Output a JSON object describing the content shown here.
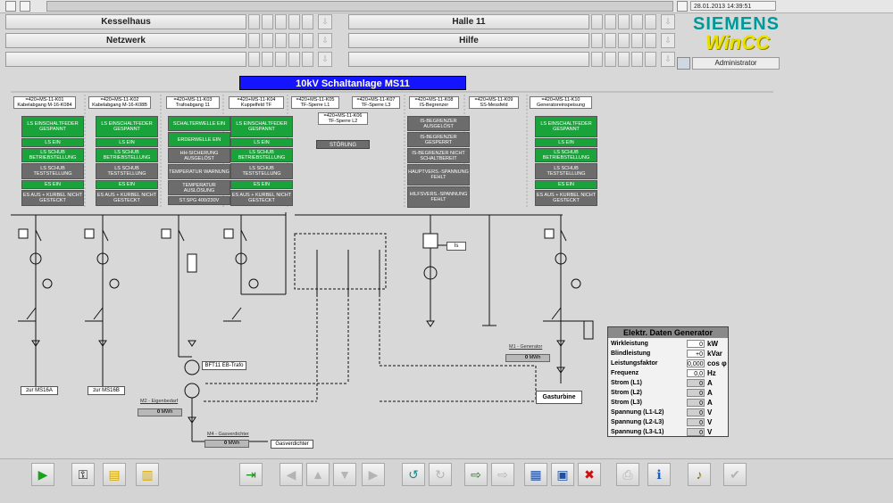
{
  "datetime": "28.01.2013 14:39:51",
  "nav": {
    "left_top": "Kesselhaus",
    "left_mid": "Netzwerk",
    "right_top": "Halle 11",
    "right_mid": "Hilfe"
  },
  "logo": {
    "brand": "SIEMENS",
    "product": "WinCC"
  },
  "user": "Administrator",
  "title": "10kV Schaltanlage MS11",
  "feeders": [
    {
      "id": "=420+MS-11-K01",
      "name": "Kabelabgang M-16-K084"
    },
    {
      "id": "=420+MS-11-K02",
      "name": "Kabelabgang M-16-K08B"
    },
    {
      "id": "=420+MS-11-K03",
      "name": "Trafoabgang 11"
    },
    {
      "id": "=420+MS-11-K04",
      "name": "Kuppelfeld TF"
    },
    {
      "id": "=420+MS-11-K05",
      "name": "TF-Sperre L1"
    },
    {
      "id": "=420+MS-11-K06",
      "name": "TF-Sperre L2"
    },
    {
      "id": "=420+MS-11-K07",
      "name": "TF-Sperre L3"
    },
    {
      "id": "=420+MS-11-K08",
      "name": "IS-Begrenzer"
    },
    {
      "id": "=420+MS-11-K09",
      "name": "SS-Messfeld"
    },
    {
      "id": "=420+MS-11-K10",
      "name": "Generatoreinspeisung"
    }
  ],
  "status_std": [
    "LS EINSCHALTFEDER GESPANNT",
    "LS EIN",
    "LS SCHUB BETRIEBSTELLUNG",
    "LS SCHUB TESTSTELLUNG",
    "ES EIN",
    "ES AUS + KURBEL NICHT GESTECKT"
  ],
  "status_k03": [
    "SCHALTERWELLE EIN",
    "ERDERWELLE EIN",
    "HH-SICHERUNG AUSGELÖST",
    "TEMPERATUR WARNUNG",
    "TEMPERATUR AUSLÖSUNG",
    "ST.SPG 400/230V"
  ],
  "status_k08": [
    "IS-BEGRENZER AUSGELÖST",
    "IS-BEGRENZER GESPERRT",
    "IS-BEGRENZER NICHT SCHALTBEREIT",
    "HAUPTVERS.-SPANNUNG FEHLT",
    "HILFSVERS.-SPANNUNG FEHLT"
  ],
  "stoerung": "STÖRUNG",
  "labels": {
    "zur_ms16a": "zur MS16A",
    "zur_ms16b": "zur MS16B",
    "bft11": "BFT11 EB-Trafo",
    "is": "Is",
    "gasturbine": "Gasturbine",
    "gasverdichter": "Gasverdichter"
  },
  "meters": {
    "m1": {
      "label": "M1 - Generator",
      "value": "0",
      "unit": "MWh"
    },
    "m2": {
      "label": "M2 - Eigenbedarf",
      "value": "0",
      "unit": "MWh"
    },
    "m4": {
      "label": "M4 - Gasverdichter",
      "value": "0",
      "unit": "MWh"
    }
  },
  "generator": {
    "title": "Elektr. Daten Generator",
    "rows": [
      {
        "label": "Wirkleistung",
        "value": "0",
        "unit": "kW"
      },
      {
        "label": "Blindleistung",
        "value": "+0",
        "unit": "kVar"
      },
      {
        "label": "Leistungsfaktor",
        "value": "0,000",
        "unit": "cos φ"
      },
      {
        "label": "Frequenz",
        "value": "0,0",
        "unit": "Hz"
      },
      {
        "label": "Strom (L1)",
        "value": "0",
        "unit": "A"
      },
      {
        "label": "Strom (L2)",
        "value": "0",
        "unit": "A"
      },
      {
        "label": "Strom (L3)",
        "value": "0",
        "unit": "A"
      },
      {
        "label": "Spannung (L1-L2)",
        "value": "0",
        "unit": "V"
      },
      {
        "label": "Spannung (L2-L3)",
        "value": "0",
        "unit": "V"
      },
      {
        "label": "Spannung (L3-L1)",
        "value": "0",
        "unit": "V"
      }
    ]
  },
  "toolbar_icons": [
    "play-icon",
    "keys-icon",
    "folder-icon",
    "document-icon",
    "export-icon",
    "arrow-left-icon",
    "arrow-up-icon",
    "arrow-down-icon",
    "arrow-right-icon",
    "undo-icon",
    "redo-icon",
    "login-icon",
    "logout-icon",
    "open-icon",
    "save-icon",
    "delete-icon",
    "print-icon",
    "info-icon",
    "sound-icon",
    "checkmarks-icon"
  ]
}
